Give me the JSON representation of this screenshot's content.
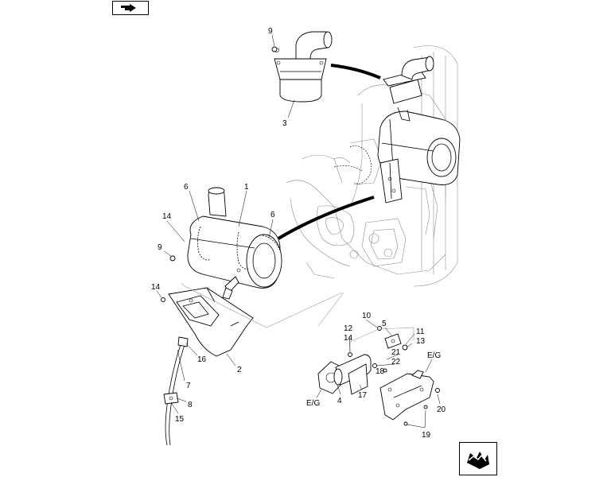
{
  "navigation": {
    "top_icon": "return-arrow-icon",
    "bottom_icon": "next-page-arrow-icon"
  },
  "callouts": {
    "c1": "1",
    "c2": "2",
    "c3": "3",
    "c4": "4",
    "c5": "5",
    "c6a": "6",
    "c6b": "6",
    "c7": "7",
    "c8": "8",
    "c9a": "9",
    "c9b": "9",
    "c10": "10",
    "c11": "11",
    "c12": "12",
    "c13": "13",
    "c14a": "14",
    "c14b": "14",
    "c14c": "14",
    "c15": "15",
    "c16": "16",
    "c17": "17",
    "c18": "18",
    "c19": "19",
    "c20": "20",
    "c21": "21",
    "c22": "22",
    "eg1": "E/G",
    "eg2": "E/G"
  }
}
